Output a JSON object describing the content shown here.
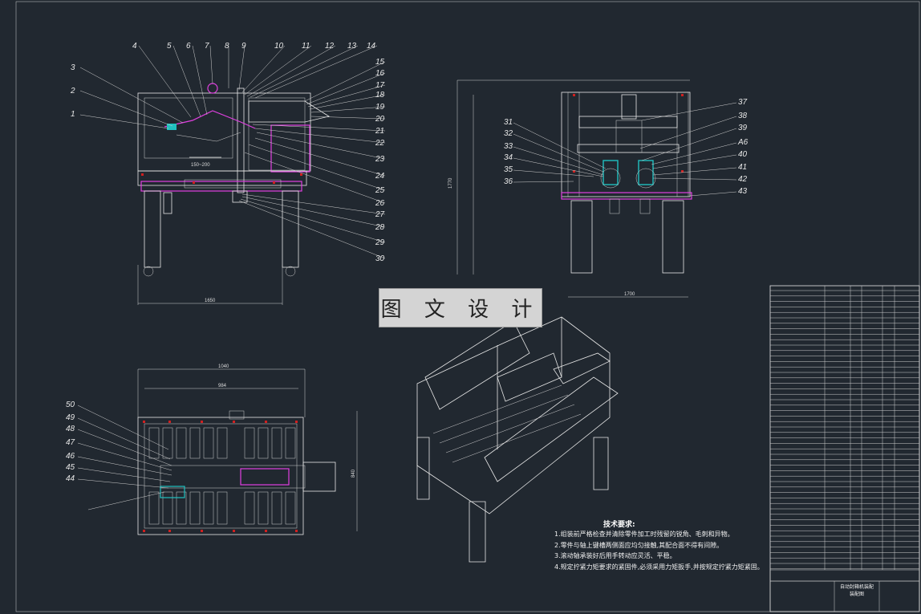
{
  "drawing": {
    "watermark": "图 文 设 计",
    "notes_title": "技术要求:",
    "notes": [
      "1.组装前严格检查并清除零件加工时残留的锐角、毛刺和异物。",
      "2.零件与轴上键槽两侧面应均匀接触,其配合面不得有间隙。",
      "3.滚动轴承装好后用手转动应灵活、平稳。",
      "4.规定拧紧力矩要求的紧固件,必须采用力矩扳手,并按规定拧紧力矩紧固。"
    ],
    "title_block": [
      "自动封箱机装配",
      "装配图"
    ],
    "front_view": {
      "callouts": [
        "1",
        "2",
        "3",
        "4",
        "5",
        "6",
        "7",
        "8",
        "9",
        "10",
        "11",
        "12",
        "13",
        "14",
        "15",
        "16",
        "17",
        "18",
        "19",
        "20",
        "21",
        "22",
        "23",
        "24",
        "25",
        "26",
        "27",
        "28",
        "29",
        "30"
      ],
      "dims": [
        "150~200",
        "1650"
      ]
    },
    "side_view": {
      "callouts": [
        "31",
        "32",
        "33",
        "34",
        "35",
        "36",
        "37",
        "38",
        "39",
        "A6",
        "40",
        "41",
        "42",
        "43"
      ],
      "dims": [
        "1700"
      ]
    },
    "top_view": {
      "callouts": [
        "44",
        "45",
        "46",
        "47",
        "48",
        "49",
        "50"
      ],
      "dims": [
        "1040",
        "984",
        "840"
      ]
    },
    "colors": {
      "background": "#212830",
      "lines": "#e8e8e8",
      "accent_magenta": "#e040e0",
      "accent_red": "#d02020",
      "accent_cyan": "#20c0c0"
    }
  }
}
